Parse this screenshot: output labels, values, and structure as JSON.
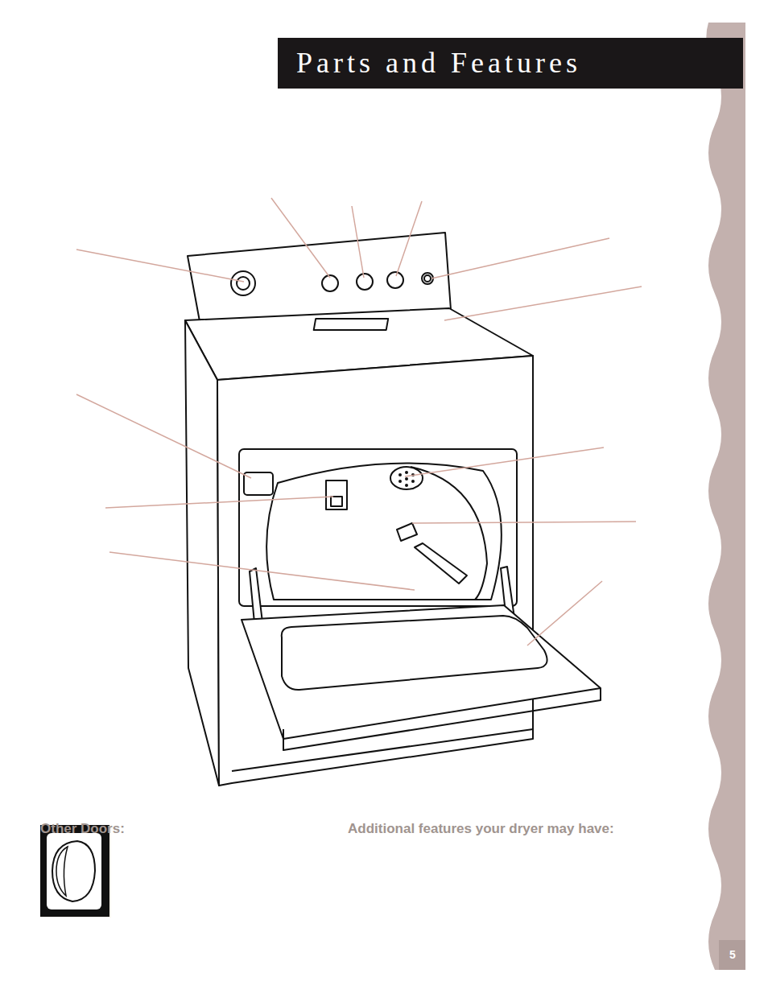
{
  "diagram": {
    "title": "Parts and Features",
    "labels": [
      "Other Doors:",
      "Additional features your dryer may have:",
      "5"
    ]
  }
}
